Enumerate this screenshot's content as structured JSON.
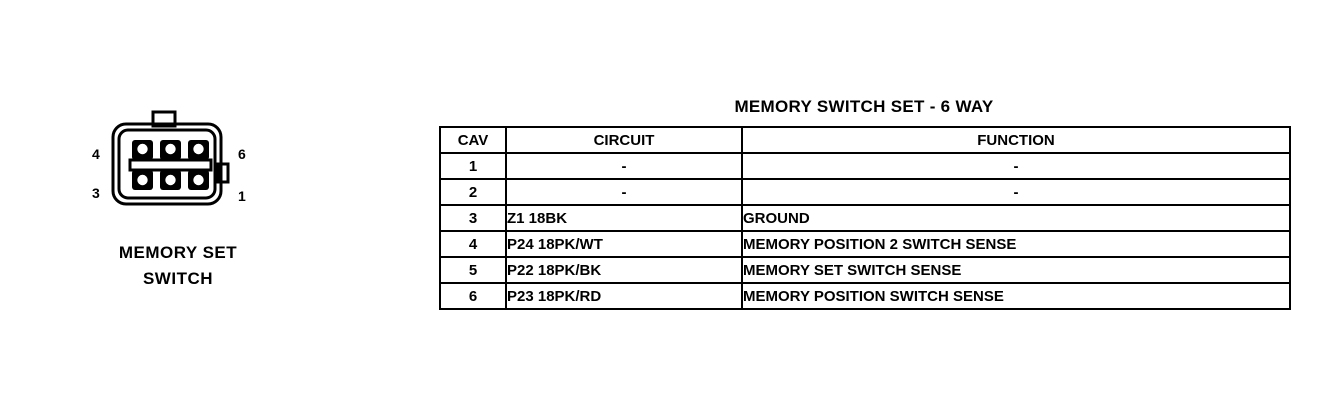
{
  "connector": {
    "caption_line1": "MEMORY SET",
    "caption_line2": "SWITCH",
    "pins": [
      {
        "label": "4",
        "position": "upper-left"
      },
      {
        "label": "3",
        "position": "lower-left"
      },
      {
        "label": "6",
        "position": "upper-right"
      },
      {
        "label": "1",
        "position": "lower-right"
      }
    ],
    "cavity_count": 6,
    "rows": 2,
    "columns": 3,
    "icon": "connector-6way-icon"
  },
  "table": {
    "title": "MEMORY SWITCH SET - 6 WAY",
    "headers": {
      "cav": "CAV",
      "circuit": "CIRCUIT",
      "function": "FUNCTION"
    },
    "rows": [
      {
        "cav": "1",
        "circuit": "-",
        "function": "-"
      },
      {
        "cav": "2",
        "circuit": "-",
        "function": "-"
      },
      {
        "cav": "3",
        "circuit": "Z1 18BK",
        "function": "GROUND"
      },
      {
        "cav": "4",
        "circuit": "P24 18PK/WT",
        "function": "MEMORY POSITION 2 SWITCH SENSE"
      },
      {
        "cav": "5",
        "circuit": "P22 18PK/BK",
        "function": "MEMORY SET SWITCH SENSE"
      },
      {
        "cav": "6",
        "circuit": "P23 18PK/RD",
        "function": "MEMORY POSITION SWITCH SENSE"
      }
    ]
  },
  "colors": {
    "ink": "#000000",
    "background": "#ffffff"
  }
}
